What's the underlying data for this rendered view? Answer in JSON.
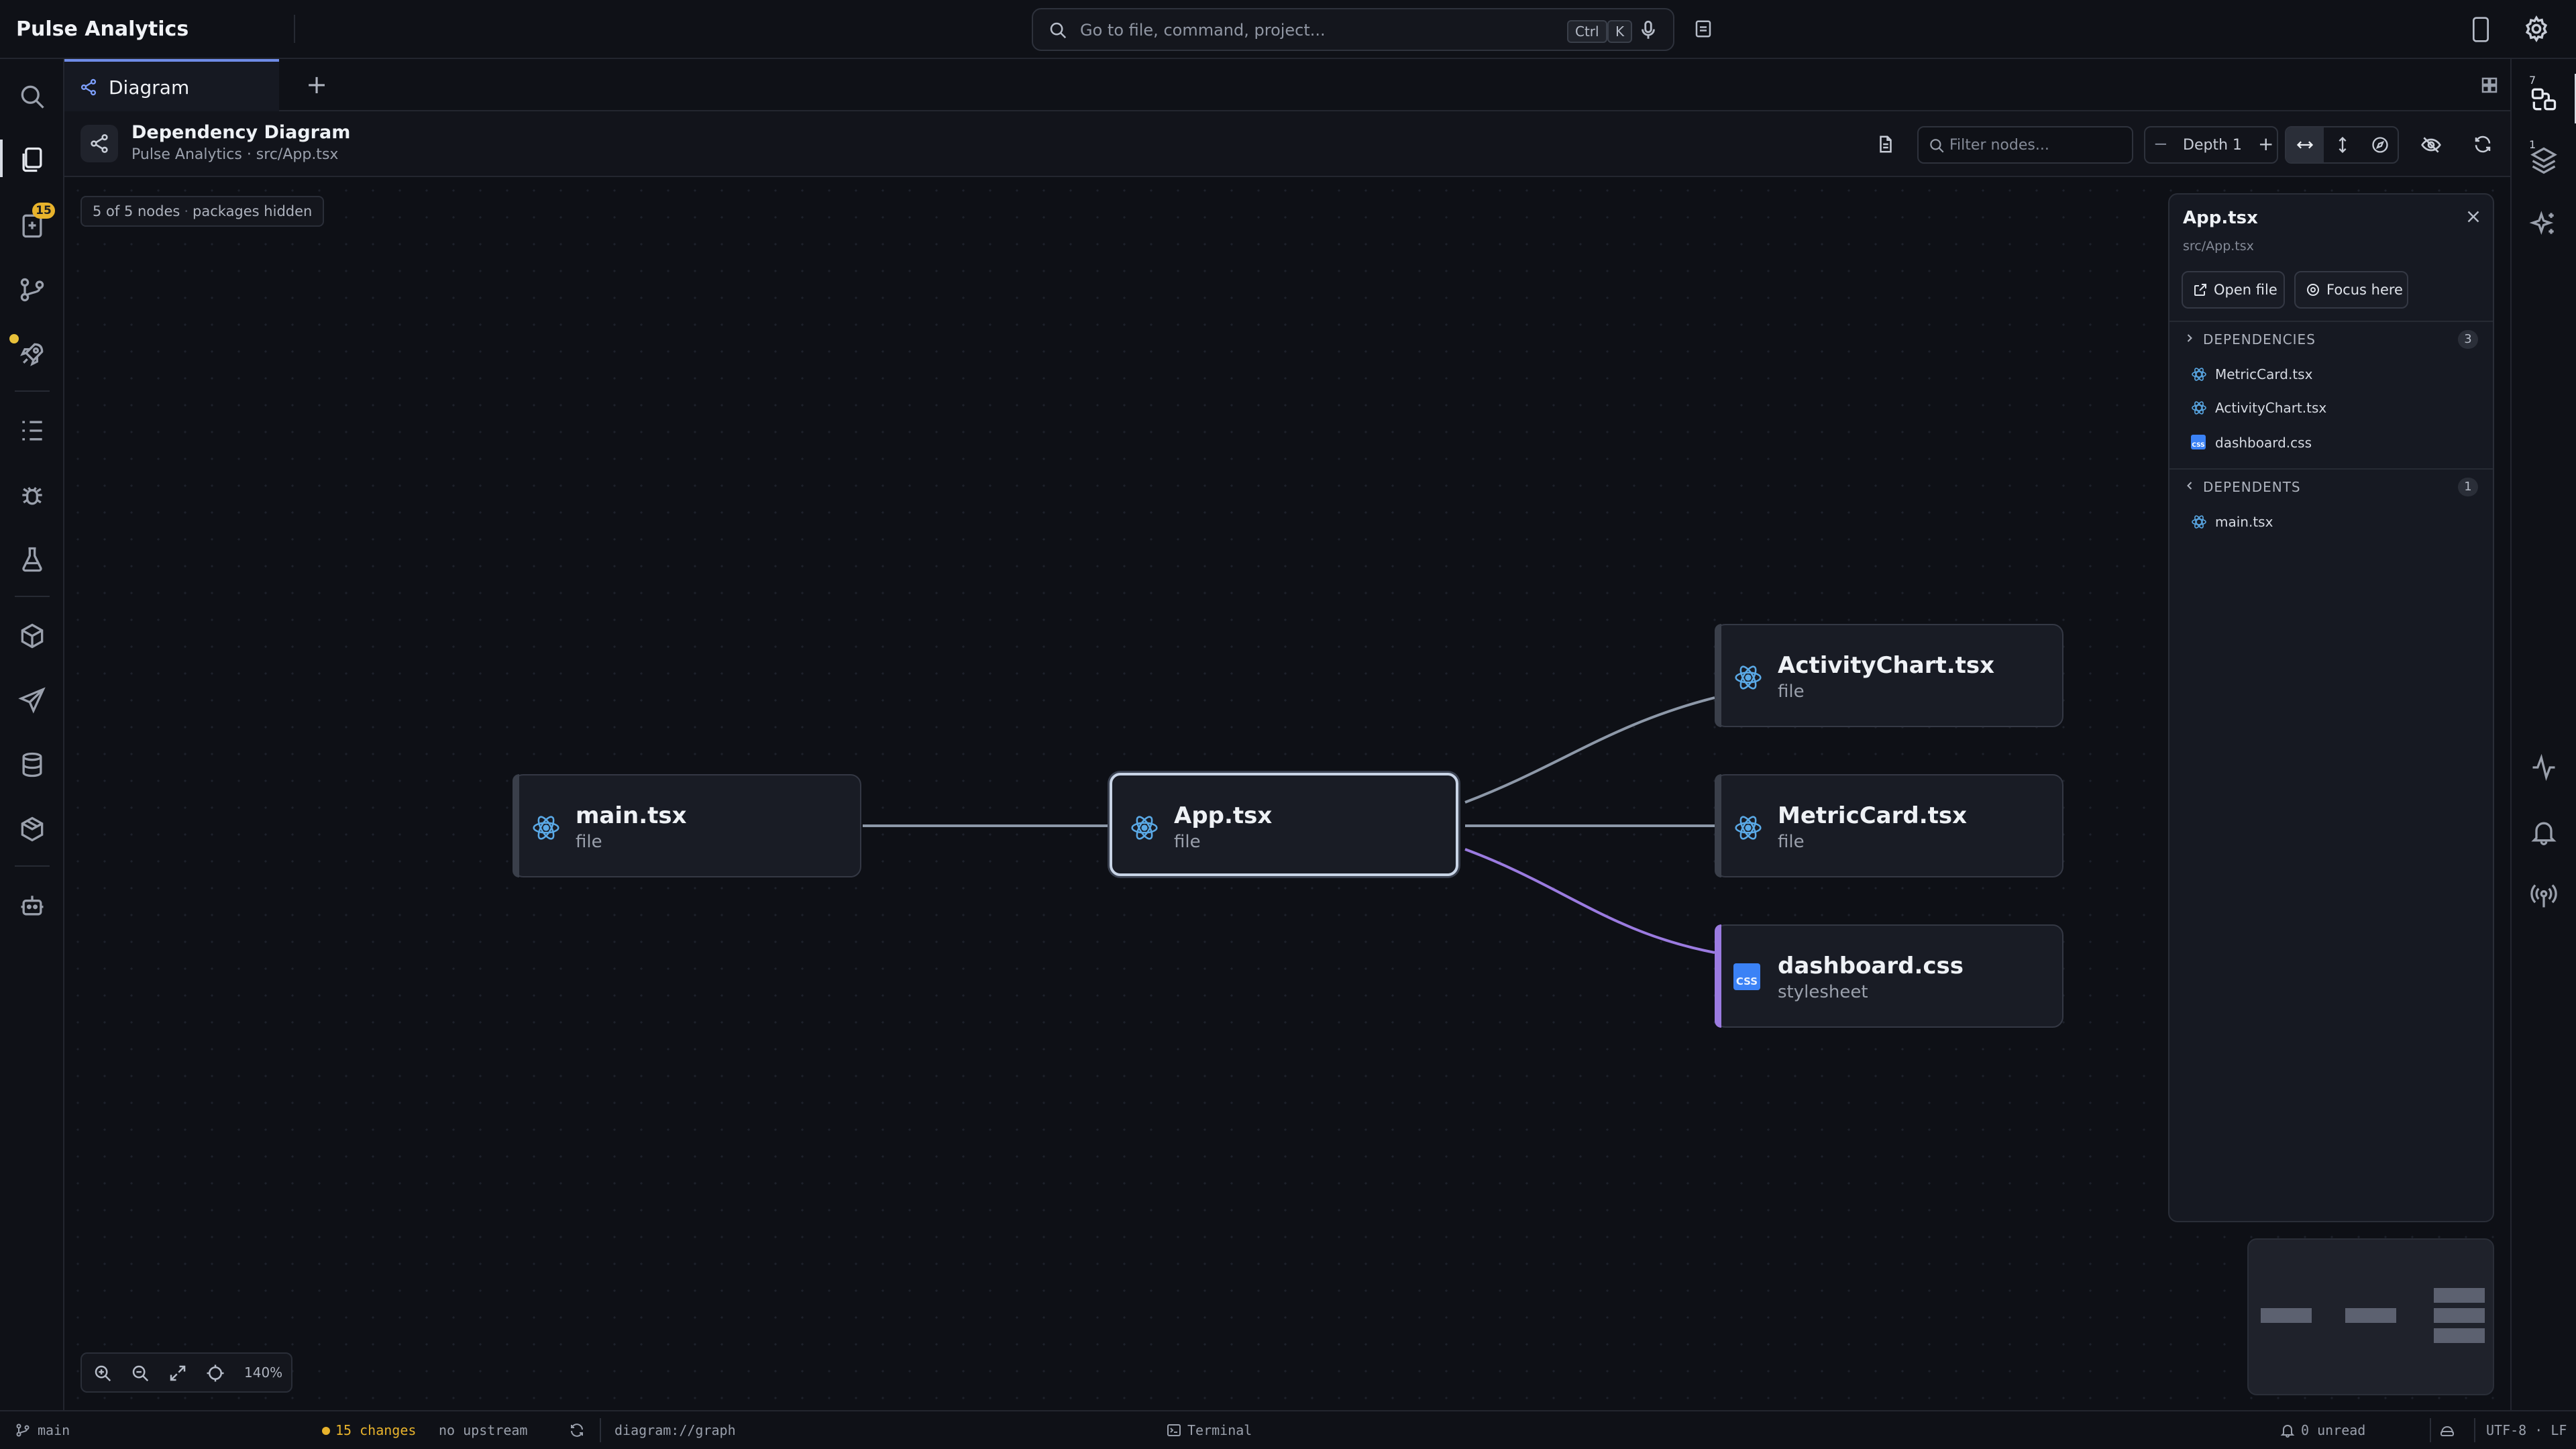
{
  "app": {
    "title": "Pulse Analytics"
  },
  "search": {
    "placeholder": "Go to file, command, project...",
    "kbd1": "Ctrl",
    "kbd2": "K"
  },
  "tabs": [
    {
      "label": "Diagram"
    }
  ],
  "header": {
    "title": "Dependency Diagram",
    "subtitle": "Pulse Analytics · src/App.tsx"
  },
  "toolbar": {
    "filter_placeholder": "Filter nodes...",
    "depth_label": "Depth 1",
    "depth_minus": "−",
    "depth_plus": "+"
  },
  "activity": {
    "badge": "15",
    "right_num_1": "7",
    "right_num_2": "1"
  },
  "canvas": {
    "count_text": "5 of 5 nodes",
    "hidden_text": "packages hidden",
    "zoom_level": "140%"
  },
  "nodes": {
    "main": {
      "name": "main.tsx",
      "type": "file"
    },
    "app": {
      "name": "App.tsx",
      "type": "file"
    },
    "activity": {
      "name": "ActivityChart.tsx",
      "type": "file"
    },
    "metric": {
      "name": "MetricCard.tsx",
      "type": "file"
    },
    "css": {
      "name": "dashboard.css",
      "type": "stylesheet",
      "icon_text": "CSS"
    }
  },
  "panel": {
    "title": "App.tsx",
    "path": "src/App.tsx",
    "open_file": "Open file",
    "focus_here": "Focus here",
    "dependencies_label": "DEPENDENCIES",
    "dependencies_count": "3",
    "dependencies": [
      "MetricCard.tsx",
      "ActivityChart.tsx",
      "dashboard.css"
    ],
    "dependents_label": "DEPENDENTS",
    "dependents_count": "1",
    "dependents": [
      "main.tsx"
    ]
  },
  "status": {
    "branch": "main",
    "changes": "15 changes",
    "upstream": "no upstream",
    "uri": "diagram://graph",
    "terminal": "Terminal",
    "unread": "0  unread",
    "encoding": "UTF-8 · LF"
  },
  "colors": {
    "accent": "#6f8ce8",
    "react": "#5aa9e6",
    "css_edge": "#9b7be0",
    "edge": "#9aa6b6",
    "warning": "#e8b32c"
  }
}
